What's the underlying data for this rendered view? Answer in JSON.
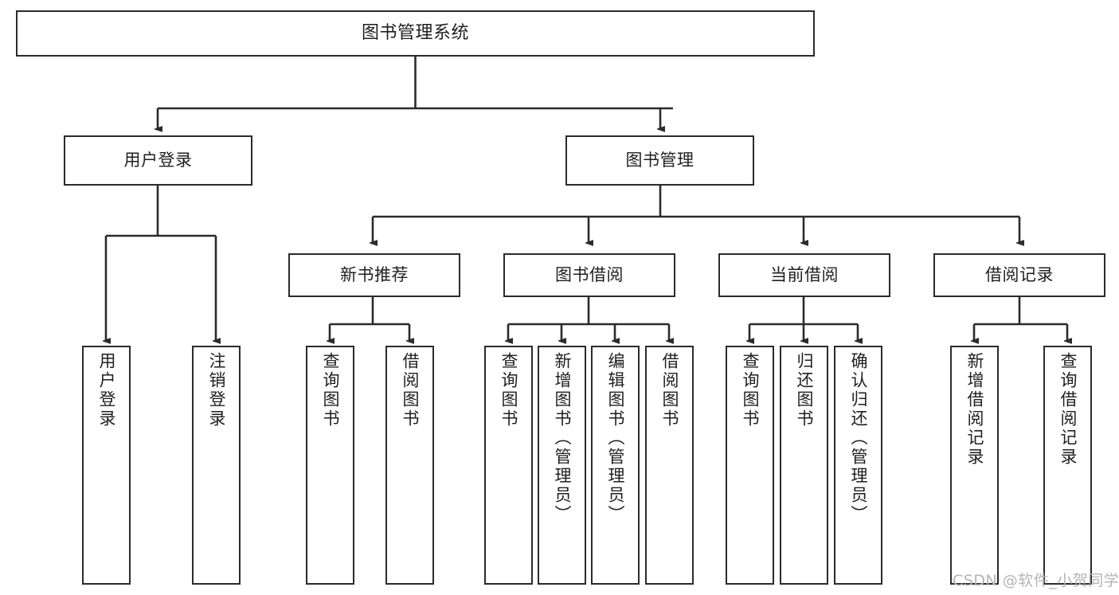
{
  "diagram": {
    "type": "tree-hierarchy",
    "title": "图书管理系统",
    "orientation": "top-down",
    "colors": {
      "box_border": "#2b2b2b",
      "box_fill": "#ffffff",
      "connector": "#2b2b2b",
      "text": "#1f1f1f",
      "watermark": "#b4b4b4",
      "background": "#ffffff"
    },
    "nodes": {
      "root": {
        "label": "图书管理系统"
      },
      "level2": [
        {
          "label": "用户登录"
        },
        {
          "label": "图书管理"
        }
      ],
      "level3": [
        {
          "label": "新书推荐"
        },
        {
          "label": "图书借阅"
        },
        {
          "label": "当前借阅"
        },
        {
          "label": "借阅记录"
        }
      ],
      "leaves": {
        "user_login": [
          {
            "label": "用户登录"
          },
          {
            "label": "注销登录"
          }
        ],
        "new_book_recommend": [
          {
            "label": "查询图书"
          },
          {
            "label": "借阅图书"
          }
        ],
        "book_borrow": [
          {
            "label": "查询图书"
          },
          {
            "label": "新增图书（管理员）"
          },
          {
            "label": "编辑图书（管理员）"
          },
          {
            "label": "借阅图书"
          }
        ],
        "current_borrow": [
          {
            "label": "查询图书"
          },
          {
            "label": "归还图书"
          },
          {
            "label": "确认归还（管理员）"
          }
        ],
        "borrow_record": [
          {
            "label": "新增借阅记录"
          },
          {
            "label": "查询借阅记录"
          }
        ]
      }
    },
    "edges": [
      {
        "from": "图书管理系统",
        "to": "用户登录"
      },
      {
        "from": "图书管理系统",
        "to": "图书管理"
      },
      {
        "from": "用户登录",
        "to": "用户登录"
      },
      {
        "from": "用户登录",
        "to": "注销登录"
      },
      {
        "from": "图书管理",
        "to": "新书推荐"
      },
      {
        "from": "图书管理",
        "to": "图书借阅"
      },
      {
        "from": "图书管理",
        "to": "当前借阅"
      },
      {
        "from": "图书管理",
        "to": "借阅记录"
      },
      {
        "from": "新书推荐",
        "to": "查询图书"
      },
      {
        "from": "新书推荐",
        "to": "借阅图书"
      },
      {
        "from": "图书借阅",
        "to": "查询图书"
      },
      {
        "from": "图书借阅",
        "to": "新增图书（管理员）"
      },
      {
        "from": "图书借阅",
        "to": "编辑图书（管理员）"
      },
      {
        "from": "图书借阅",
        "to": "借阅图书"
      },
      {
        "from": "当前借阅",
        "to": "查询图书"
      },
      {
        "from": "当前借阅",
        "to": "归还图书"
      },
      {
        "from": "当前借阅",
        "to": "确认归还（管理员）"
      },
      {
        "from": "借阅记录",
        "to": "新增借阅记录"
      },
      {
        "from": "借阅记录",
        "to": "查询借阅记录"
      }
    ]
  },
  "watermark": {
    "text": "CSDN @软件_小贺同学"
  }
}
